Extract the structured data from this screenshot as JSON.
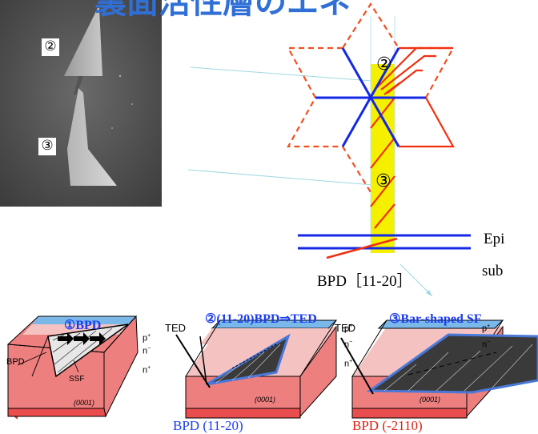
{
  "header": {
    "title_fragment": "裏面活性層のエネ"
  },
  "photo": {
    "label_2": "②",
    "label_3": "③"
  },
  "diagram": {
    "label_2": "②",
    "label_3": "③",
    "epi_label": "Epi",
    "sub_label": "sub",
    "bpd_label": "BPD［11-20］"
  },
  "panel1": {
    "title": "①BPD",
    "bpd": "BPD",
    "ssf": "SSF",
    "p": "p",
    "p_sup": "+",
    "n_minus": "n",
    "n_minus_sup": "−",
    "n_plus": "n",
    "n_plus_sup": "+",
    "plane": "(0001)"
  },
  "panel2": {
    "title": "②(11-20)BPD⇒TED",
    "ted": "TED",
    "p": "p",
    "p_sup": "+",
    "n_minus": "n",
    "n_minus_sup": "−",
    "n_plus": "n",
    "n_plus_sup": "+",
    "plane": "(0001)",
    "caption": "BPD (11-20)"
  },
  "panel3": {
    "title": "③Bar-shaped SF",
    "ted": "TED",
    "p": "p",
    "p_sup": "+",
    "n_minus": "n",
    "n_minus_sup": "−",
    "plane": "(0001)",
    "caption": "BPD (-2110)"
  },
  "colors": {
    "title_blue": "#2f6fd6",
    "line_blue": "#1428e6",
    "line_red": "#f03010",
    "dashed_orange": "#f05020",
    "yellow_band": "#f5f000",
    "p_layer": "#7ab8ea",
    "n_minus_layer": "#f5c2c2",
    "n_plus_layer": "#ee7f7f",
    "base_red": "#ea4d4d",
    "caption_blue": "#1a3df0",
    "caption_red": "#e02010"
  }
}
